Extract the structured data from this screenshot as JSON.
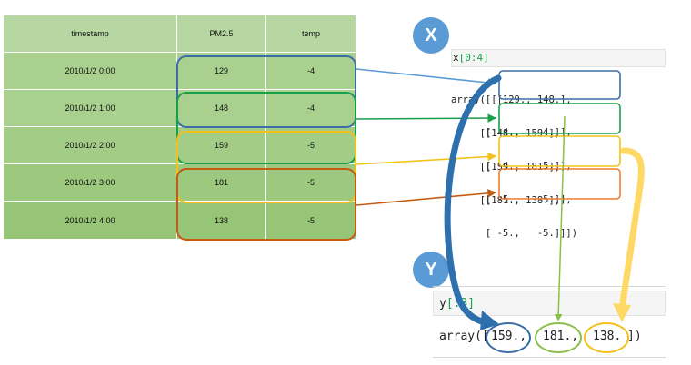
{
  "table": {
    "headers": [
      "timestamp",
      "PM2.5",
      "temp"
    ],
    "rows": [
      [
        "2010/1/2 0:00",
        "129",
        "-4"
      ],
      [
        "2010/1/2 1:00",
        "148",
        "-4"
      ],
      [
        "2010/1/2 2:00",
        "159",
        "-5"
      ],
      [
        "2010/1/2 3:00",
        "181",
        "-5"
      ],
      [
        "2010/1/2 4:00",
        "138",
        "-5"
      ]
    ]
  },
  "badges": {
    "x": "X",
    "y": "Y"
  },
  "x_cell": {
    "code_name": "x",
    "code_slice": "[0:4]",
    "lines": [
      [
        "array([[[129., 148.],",
        "      [ -4.,   -4.]],"
      ],
      [
        "     [[148., 159.],",
        "      [ -4.,   -5.]],"
      ],
      [
        "     [[159., 181.],",
        "      [ -5.,   -5.]],"
      ],
      [
        "     [[181., 138.],",
        "      [ -5.,   -5.]]])"
      ]
    ]
  },
  "y_cell": {
    "code_name": "y",
    "code_slice": "[:3]",
    "prefix": "array([",
    "values": [
      "159.,",
      "181.,",
      "138."
    ],
    "suffix": "])"
  },
  "colors": {
    "blue": "#3a6ea5",
    "green": "#1aa04a",
    "yellow": "#f2c21b",
    "orange": "#c55a11",
    "light_blue": "#5b9bd5",
    "light_green": "#8bbf4a",
    "light_yellow": "#ffd966",
    "slice_green": "#2e9e3e"
  }
}
